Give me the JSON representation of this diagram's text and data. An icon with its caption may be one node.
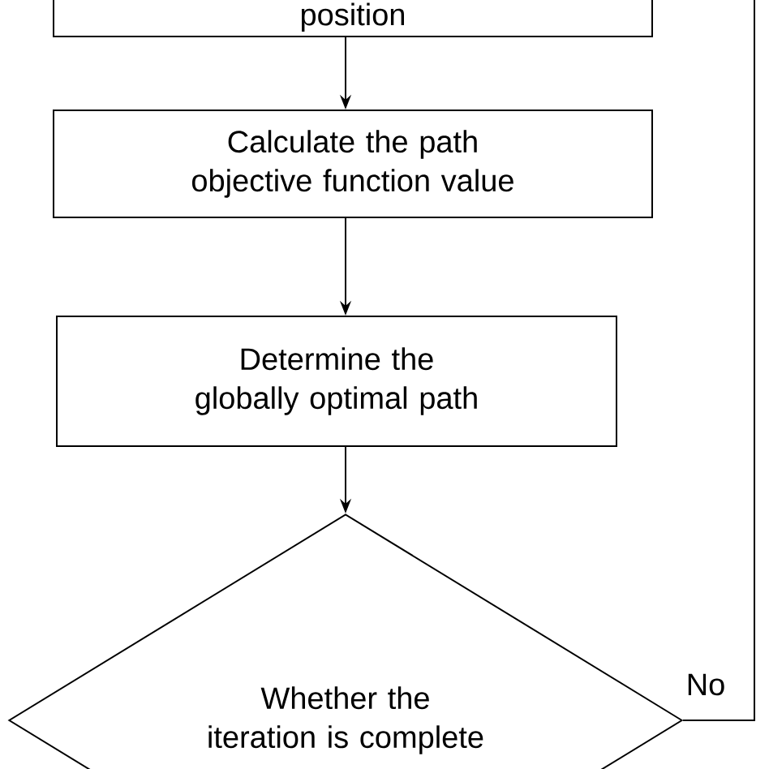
{
  "diagram": {
    "nodes": [
      {
        "text": [
          "position"
        ]
      },
      {
        "text": [
          "Calculate the path objective function value"
        ]
      },
      {
        "text": [
          "Determine the globally optimal path"
        ]
      },
      {
        "text": [
          "Whether the iteration is complete"
        ]
      }
    ],
    "edges": [
      {
        "from": 0,
        "to": 1,
        "arrow": "to"
      },
      {
        "from": 1,
        "to": 2,
        "arrow": "to"
      },
      {
        "from": 2,
        "to": 3,
        "arrow": "to"
      },
      {
        "from": 3,
        "to": null,
        "arrow": "none",
        "label": "No"
      }
    ]
  }
}
